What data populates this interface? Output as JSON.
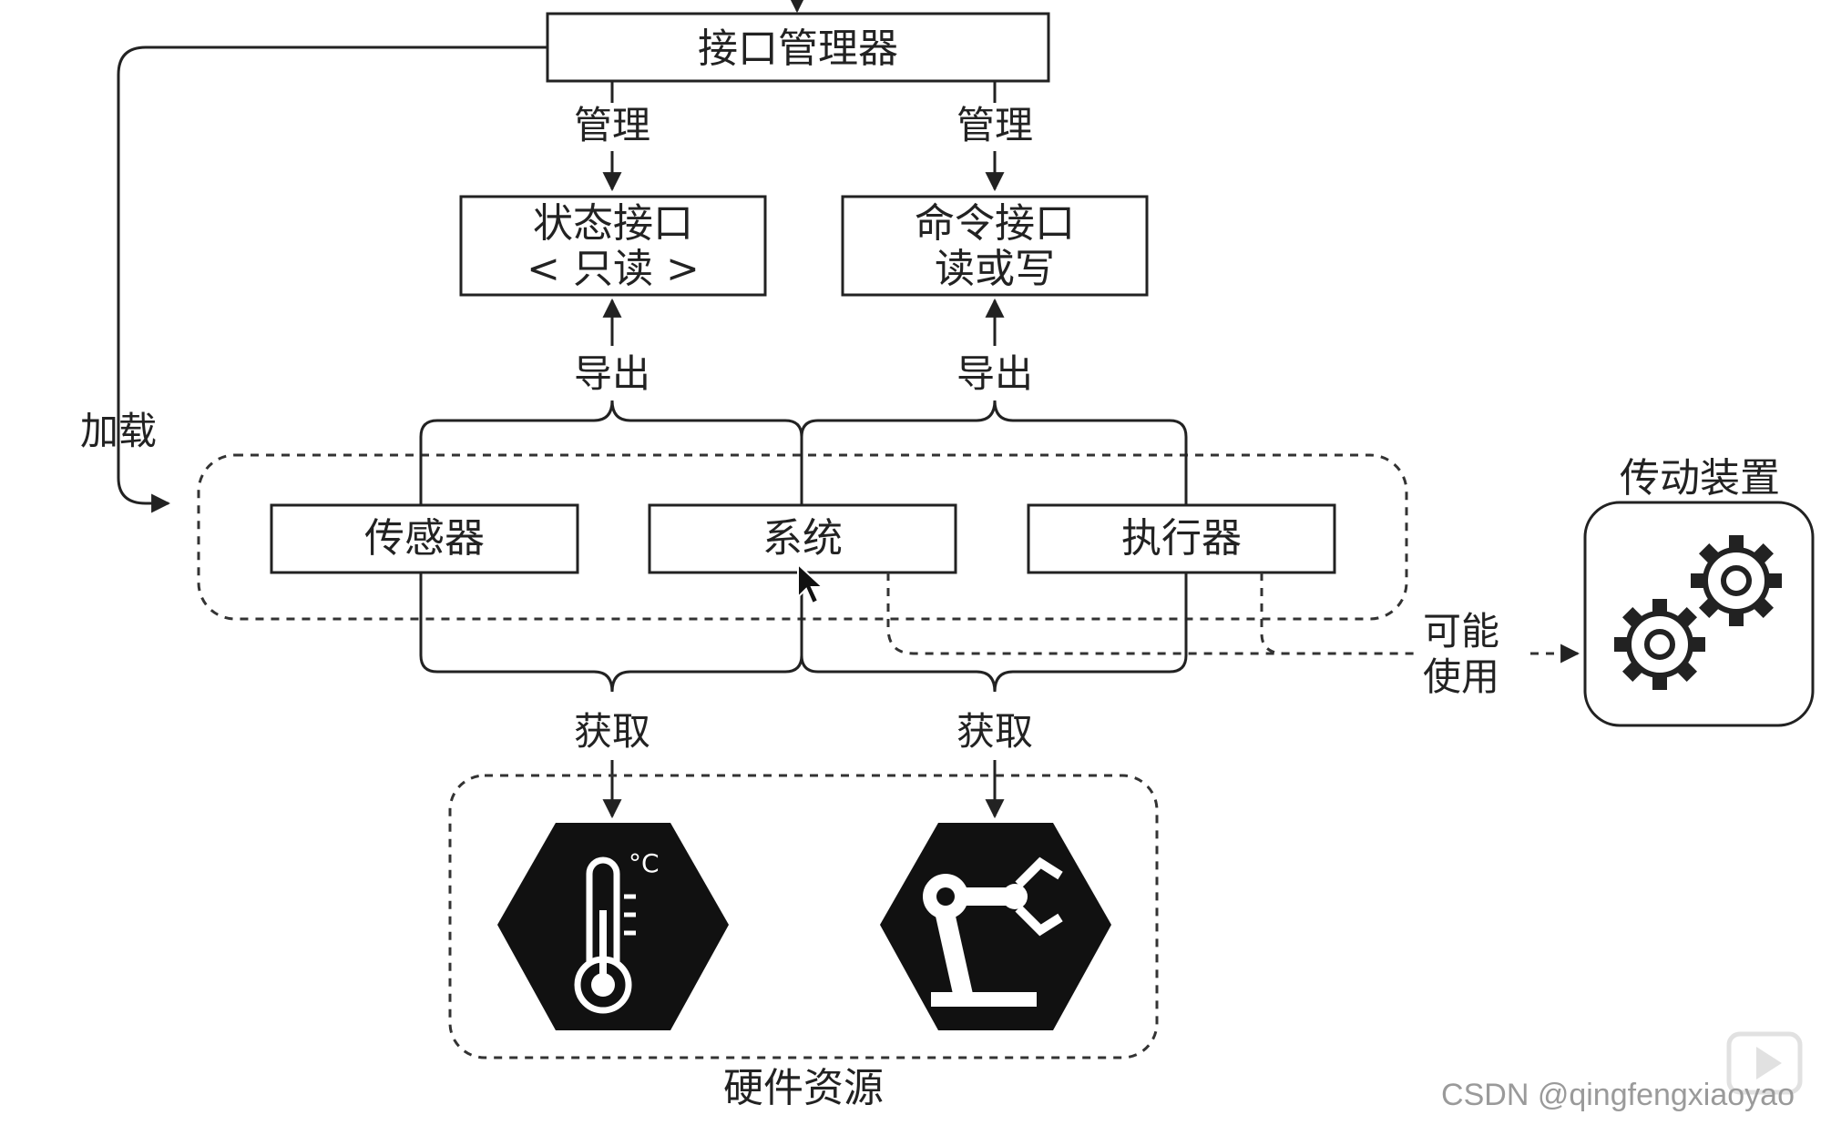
{
  "nodes": {
    "interface_manager": "接口管理器",
    "state_interface_line1": "状态接口",
    "state_interface_line2": "< 只读 >",
    "command_interface_line1": "命令接口",
    "command_interface_line2": "读或写",
    "sensor": "传感器",
    "system": "系统",
    "actuator": "执行器",
    "transmission": "传动装置",
    "hardware_resources": "硬件资源"
  },
  "edges": {
    "manage_left": "管理",
    "manage_right": "管理",
    "export_left": "导出",
    "export_right": "导出",
    "acquire_left": "获取",
    "acquire_right": "获取",
    "load": "加载",
    "maybe_use_line1": "可能",
    "maybe_use_line2": "使用"
  },
  "icons": {
    "thermometer_unit": "°C",
    "hardware_left": "thermometer-icon",
    "hardware_right": "robot-arm-icon",
    "transmission": "gears-icon",
    "watermark_play": "video-play-icon"
  },
  "watermark": "CSDN @qingfengxiaoyao"
}
